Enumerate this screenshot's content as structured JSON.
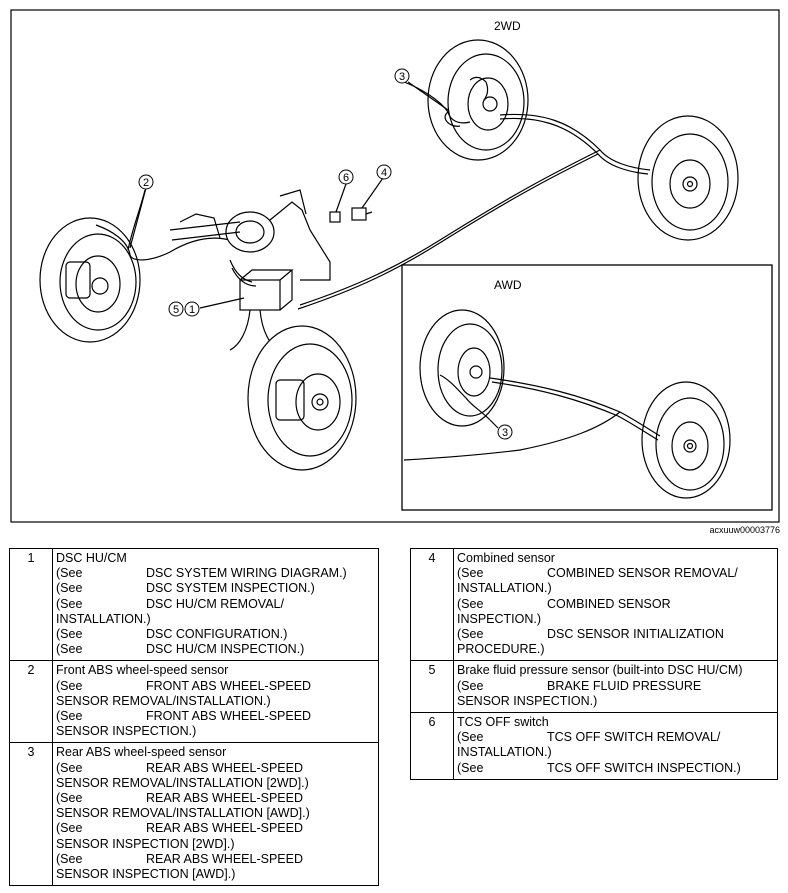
{
  "diagram": {
    "label_2wd": "2WD",
    "label_awd": "AWD",
    "callouts": [
      "1",
      "2",
      "3",
      "4",
      "5",
      "6"
    ],
    "callout_3_awd": "3",
    "image_code": "acxuuw00003776"
  },
  "parts_left": [
    {
      "num": "1",
      "title": "DSC HU/CM",
      "refs": [
        {
          "see": "(See",
          "text": "DSC SYSTEM WIRING DIAGRAM.)"
        },
        {
          "see": "(See",
          "text": "DSC SYSTEM INSPECTION.)"
        },
        {
          "see": "(See",
          "text": "DSC HU/CM REMOVAL/",
          "cont": "INSTALLATION.)"
        },
        {
          "see": "(See",
          "text": "DSC CONFIGURATION.)"
        },
        {
          "see": "(See",
          "text": "DSC HU/CM INSPECTION.)"
        }
      ]
    },
    {
      "num": "2",
      "title": "Front ABS wheel-speed sensor",
      "refs": [
        {
          "see": "(See",
          "text": "FRONT ABS WHEEL-SPEED",
          "cont": "SENSOR REMOVAL/INSTALLATION.)"
        },
        {
          "see": "(See",
          "text": "FRONT ABS WHEEL-SPEED",
          "cont": "SENSOR INSPECTION.)"
        }
      ]
    },
    {
      "num": "3",
      "title": "Rear ABS wheel-speed sensor",
      "refs": [
        {
          "see": "(See",
          "text": "REAR ABS WHEEL-SPEED",
          "cont": "SENSOR REMOVAL/INSTALLATION [2WD].)"
        },
        {
          "see": "(See",
          "text": "REAR ABS WHEEL-SPEED",
          "cont": "SENSOR REMOVAL/INSTALLATION [AWD].)"
        },
        {
          "see": "(See",
          "text": "REAR ABS WHEEL-SPEED",
          "cont": "SENSOR INSPECTION [2WD].)"
        },
        {
          "see": "(See",
          "text": "REAR ABS WHEEL-SPEED",
          "cont": "SENSOR INSPECTION [AWD].)"
        }
      ]
    }
  ],
  "parts_right": [
    {
      "num": "4",
      "title": "Combined sensor",
      "refs": [
        {
          "see": "(See",
          "text": "COMBINED SENSOR REMOVAL/",
          "cont": "INSTALLATION.)"
        },
        {
          "see": "(See",
          "text": "COMBINED SENSOR",
          "cont": "INSPECTION.)"
        },
        {
          "see": "(See",
          "text": "DSC SENSOR INITIALIZATION",
          "cont": "PROCEDURE.)"
        }
      ]
    },
    {
      "num": "5",
      "title": "Brake fluid pressure sensor (built-into DSC HU/CM)",
      "refs": [
        {
          "see": "(See",
          "text": "BRAKE FLUID PRESSURE",
          "cont": "SENSOR INSPECTION.)"
        }
      ]
    },
    {
      "num": "6",
      "title": "TCS OFF switch",
      "refs": [
        {
          "see": "(See",
          "text": "TCS OFF SWITCH REMOVAL/",
          "cont": "INSTALLATION.)"
        },
        {
          "see": "(See",
          "text": "TCS OFF SWITCH INSPECTION.)"
        }
      ]
    }
  ]
}
